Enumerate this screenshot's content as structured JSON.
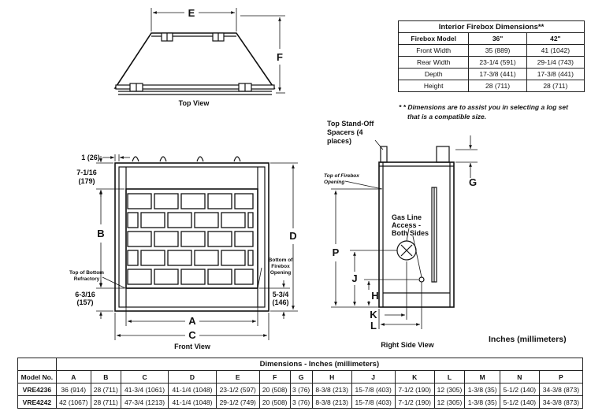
{
  "top_view": {
    "caption": "Top View",
    "dim_e": "E",
    "dim_f": "F"
  },
  "front_view": {
    "caption": "Front View",
    "dim_1": "1 (26)",
    "dim_7": "7-1/16",
    "dim_7b": "(179)",
    "dim_b": "B",
    "dim_d": "D",
    "dim_a": "A",
    "dim_c": "C",
    "dim_6": "6-3/16",
    "dim_6b": "(157)",
    "dim_5": "5-3/4",
    "dim_5b": "(146)",
    "refractory": [
      "Top of Bottom",
      "Refractory"
    ],
    "firebox_open": [
      "Bottom of",
      "Firebox",
      "Opening"
    ]
  },
  "side_view": {
    "caption": "Right Side View",
    "spacers": [
      "Top Stand-Off",
      "Spacers (4",
      "places)"
    ],
    "top_firebox": [
      "Top of Firebox",
      "Opening"
    ],
    "gas_line": [
      "Gas Line",
      "Access -",
      "Both Sides"
    ],
    "dim_g": "G",
    "dim_p": "P",
    "dim_j": "J",
    "dim_h": "H",
    "dim_k": "K",
    "dim_l": "L"
  },
  "firebox_table": {
    "title": "Interior Firebox Dimensions**",
    "headers": [
      "Firebox Model",
      "36\"",
      "42\""
    ],
    "rows": [
      [
        "Front Width",
        "35 (889)",
        "41 (1042)"
      ],
      [
        "Rear Width",
        "23-1/4 (591)",
        "29-1/4 (743)"
      ],
      [
        "Depth",
        "17-3/8 (441)",
        "17-3/8 (441)"
      ],
      [
        "Height",
        "28 (711)",
        "28 (711)"
      ]
    ]
  },
  "note": [
    "* * Dimensions are to assist you in selecting a log set",
    "that is a compatible size."
  ],
  "units_label": "Inches (millimeters)",
  "dims_table": {
    "title": "Dimensions - Inches (millimeters)",
    "headers": [
      "Model No.",
      "A",
      "B",
      "C",
      "D",
      "E",
      "F",
      "G",
      "H",
      "J",
      "K",
      "L",
      "M",
      "N",
      "P"
    ],
    "rows": [
      [
        "VRE4236",
        "36 (914)",
        "28 (711)",
        "41-3/4 (1061)",
        "41-1/4 (1048)",
        "23-1/2 (597)",
        "20 (508)",
        "3 (76)",
        "8-3/8 (213)",
        "15-7/8 (403)",
        "7-1/2 (190)",
        "12 (305)",
        "1-3/8 (35)",
        "5-1/2 (140)",
        "34-3/8 (873)"
      ],
      [
        "VRE4242",
        "42 (1067)",
        "28 (711)",
        "47-3/4 (1213)",
        "41-1/4 (1048)",
        "29-1/2 (749)",
        "20 (508)",
        "3 (76)",
        "8-3/8 (213)",
        "15-7/8 (403)",
        "7-1/2 (190)",
        "12 (305)",
        "1-3/8 (35)",
        "5-1/2 (140)",
        "34-3/8 (873)"
      ]
    ]
  }
}
